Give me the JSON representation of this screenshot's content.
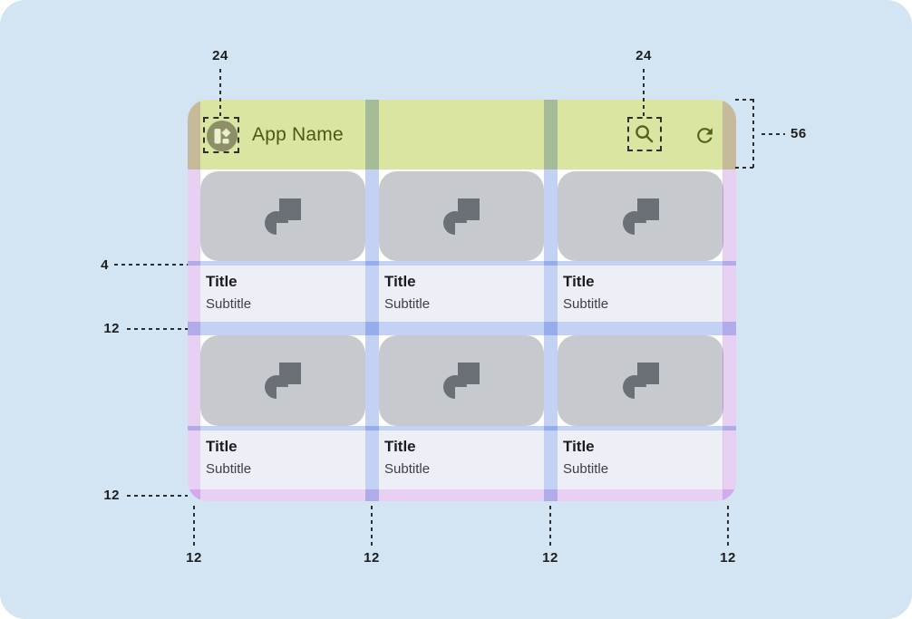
{
  "app": {
    "name": "App Name"
  },
  "cards": [
    {
      "title": "Title",
      "subtitle": "Subtitle"
    },
    {
      "title": "Title",
      "subtitle": "Subtitle"
    },
    {
      "title": "Title",
      "subtitle": "Subtitle"
    },
    {
      "title": "Title",
      "subtitle": "Subtitle"
    },
    {
      "title": "Title",
      "subtitle": "Subtitle"
    },
    {
      "title": "Title",
      "subtitle": "Subtitle"
    }
  ],
  "annotations": {
    "logo_icon_size": "24",
    "search_icon_size": "24",
    "appbar_height": "56",
    "image_text_gap": "4",
    "row_gap": "12",
    "bottom_margin": "12",
    "column_spacings": [
      "12",
      "12",
      "12",
      "12"
    ]
  },
  "icons": {
    "logo": "app-logo-icon",
    "search": "search-icon",
    "refresh": "refresh-icon",
    "placeholder": "image-placeholder-icon"
  },
  "colors": {
    "canvas_background": "#d3e4f2",
    "appbar_highlight": "#d9e5a0",
    "margin_overlay": "#e8d0f5",
    "gutter_overlay": "#c3d2f4",
    "card_image": "#c6c9ce",
    "card_text_background": "#edeff6",
    "accent_text": "#4c581b",
    "annotation_text": "#1c1d1f"
  }
}
